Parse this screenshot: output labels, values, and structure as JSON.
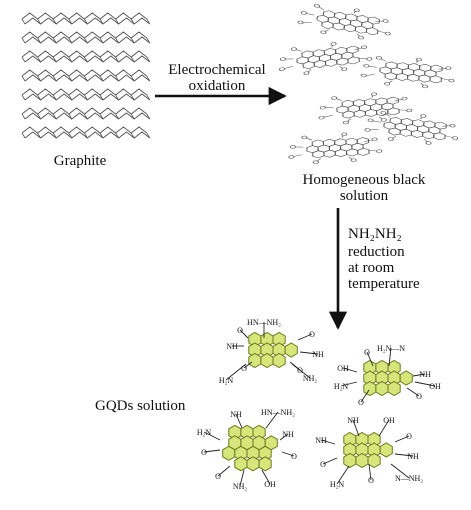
{
  "labels": {
    "graphite": "Graphite",
    "oxidation_line1": "Electrochemical",
    "oxidation_line2": "oxidation",
    "solution_line1": "Homogeneous black",
    "solution_line2": "solution",
    "reduction_formula": "NH₂NH₂",
    "reduction_line1": "reduction",
    "reduction_line2": "at room",
    "reduction_line3": "temperature",
    "gqds": "GQDs solution"
  },
  "molecule_groups": [
    "O",
    "OH",
    "NH",
    "NH₂",
    "H₂N",
    "HN—NH₂",
    "H₂N—N",
    "N—NH₂"
  ],
  "colors": {
    "sheet": "#555555",
    "gqd_fill": "#d6e67a",
    "gqd_stroke": "#6b7a1e",
    "arrow": "#111111"
  }
}
